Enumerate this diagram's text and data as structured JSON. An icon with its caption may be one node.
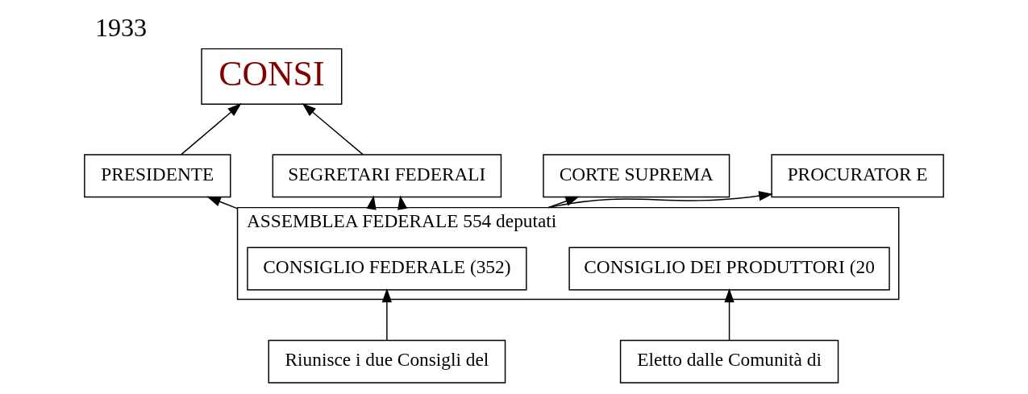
{
  "diagram": {
    "title": "1933",
    "nodes": [
      {
        "text": [
          "CONSI"
        ]
      },
      {
        "text": [
          "PRESIDENTE"
        ]
      },
      {
        "text": [
          "SEGRETARI FEDERALI"
        ]
      },
      {
        "text": [
          "CORTE SUPREMA"
        ]
      },
      {
        "text": [
          "ASSEMBLEA FEDERALE 554 deputati"
        ]
      },
      {
        "text": [
          "PROCURATOR E"
        ]
      },
      {
        "text": [
          "CONSIGLIO FEDERALE (352)"
        ],
        "in": 4
      },
      {
        "text": [
          "CONSIGLIO DEI PRODUTTORI (20"
        ],
        "in": 4
      },
      {
        "text": [
          "Riunisce i due Consigli del"
        ]
      },
      {
        "text": [
          "Eletto dalle Comunità di"
        ]
      }
    ],
    "edges": [
      {
        "from": 1,
        "to": 0,
        "arrow": "to"
      },
      {
        "from": 2,
        "to": 0,
        "arrow": "to"
      },
      {
        "from": 4,
        "to": 2,
        "arrow": "to"
      },
      {
        "from": 4,
        "to": 2,
        "arrow": "to"
      },
      {
        "from": 4,
        "to": 1,
        "arrow": "to"
      },
      {
        "from": 4,
        "to": 3,
        "arrow": "to"
      },
      {
        "from": 4,
        "to": 5,
        "arrow": "to"
      },
      {
        "from": 8,
        "to": 6,
        "arrow": "to"
      },
      {
        "from": 9,
        "to": 7,
        "arrow": "to"
      }
    ]
  }
}
